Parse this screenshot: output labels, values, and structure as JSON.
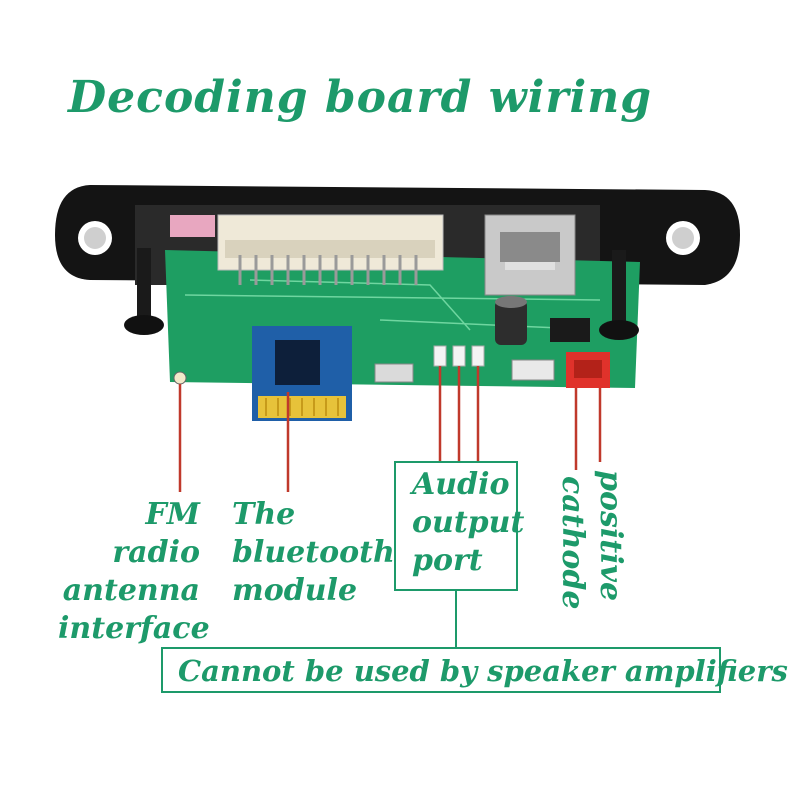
{
  "title": "Decoding board wiring",
  "labels": {
    "fm_line1": "FM",
    "fm_line2": "radio",
    "fm_line3": "antenna",
    "fm_line4": "interface",
    "bt_line1": "The",
    "bt_line2": "bluetooth",
    "bt_line3": "module",
    "audio_line1": "Audio",
    "audio_line2": "output",
    "audio_line3": "port",
    "positive": "positive",
    "cathode": "cathode",
    "warning": "Cannot be used by speaker amplifiers"
  },
  "colors": {
    "text": "#1d9a6a",
    "pcb": "#1e9e62",
    "frame": "#111111",
    "leader": "#c0392b",
    "connector_red": "#e0322b"
  }
}
